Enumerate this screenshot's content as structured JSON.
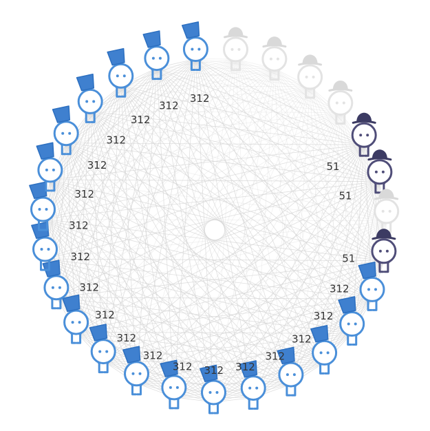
{
  "colors": {
    "blue": "#4a8fd9",
    "blue_dark": "#2c6fc0",
    "blue_hat": "#3f80cf",
    "navy": "#4f4d78",
    "navy_hat": "#3c3b63",
    "faded": "#e3e3e3",
    "faded_hat": "#d9d9d9",
    "line": "#d4d4d4",
    "label": "#333333"
  },
  "figures": [
    {
      "group": "faded",
      "hat": "bowler",
      "label": ""
    },
    {
      "group": "faded",
      "hat": "bowler",
      "label": ""
    },
    {
      "group": "faded",
      "hat": "bowler",
      "label": ""
    },
    {
      "group": "faded",
      "hat": "bowler",
      "label": ""
    },
    {
      "group": "navy",
      "hat": "bowler",
      "label": "51"
    },
    {
      "group": "navy",
      "hat": "bowler",
      "label": "51"
    },
    {
      "group": "faded",
      "hat": "bowler",
      "label": ""
    },
    {
      "group": "navy",
      "hat": "bowler",
      "label": "51"
    },
    {
      "group": "blue",
      "hat": "fez",
      "label": "312"
    },
    {
      "group": "blue",
      "hat": "fez",
      "label": "312"
    },
    {
      "group": "blue",
      "hat": "fez",
      "label": "312"
    },
    {
      "group": "blue",
      "hat": "fez",
      "label": "312"
    },
    {
      "group": "blue",
      "hat": "fez",
      "label": "312"
    },
    {
      "group": "blue",
      "hat": "fez",
      "label": "312"
    },
    {
      "group": "blue",
      "hat": "fez",
      "label": "312"
    },
    {
      "group": "blue",
      "hat": "fez",
      "label": "312"
    },
    {
      "group": "blue",
      "hat": "fez",
      "label": "312"
    },
    {
      "group": "blue",
      "hat": "fez",
      "label": "312"
    },
    {
      "group": "blue",
      "hat": "fez",
      "label": "312"
    },
    {
      "group": "blue",
      "hat": "fez",
      "label": "312"
    },
    {
      "group": "blue",
      "hat": "fez",
      "label": "312"
    },
    {
      "group": "blue",
      "hat": "fez",
      "label": "312"
    },
    {
      "group": "blue",
      "hat": "fez",
      "label": "312"
    },
    {
      "group": "blue",
      "hat": "fez",
      "label": "312"
    },
    {
      "group": "blue",
      "hat": "fez",
      "label": "312"
    },
    {
      "group": "blue",
      "hat": "fez",
      "label": "312"
    },
    {
      "group": "blue",
      "hat": "fez",
      "label": "312"
    }
  ]
}
